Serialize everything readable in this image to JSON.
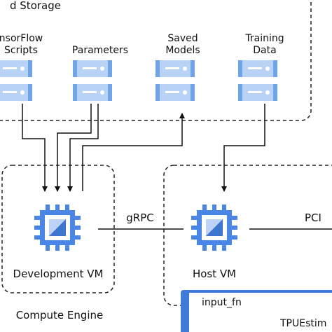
{
  "storage": {
    "title": "d Storage",
    "items": [
      {
        "line1": "nsorFlow",
        "line2": "Scripts",
        "icon": "server-icon"
      },
      {
        "line1": "",
        "line2": "Parameters",
        "icon": "server-icon"
      },
      {
        "line1": "Saved",
        "line2": "Models",
        "icon": "server-icon"
      },
      {
        "line1": "Training",
        "line2": "Data",
        "icon": "server-icon"
      }
    ]
  },
  "compute_engine": {
    "label": "Compute Engine",
    "dev_vm_label": "Development VM",
    "host_vm_label": "Host VM",
    "chip_icon": "cpu-chip-icon"
  },
  "links": {
    "grpc_label": "gRPC",
    "pci_label": "PCI"
  },
  "tpu_panel": {
    "input_fn_label": "input_fn",
    "tpu_estimator_label": "TPUEstim"
  },
  "colors": {
    "server_dark": "#6fa4e6",
    "server_light": "#b9d3f7",
    "chip_outer": "#4a86e8",
    "chip_inner_dark": "#3e76cf",
    "chip_inner_light": "#bcd4f6",
    "tpu_panel": "#3f7bd9"
  }
}
